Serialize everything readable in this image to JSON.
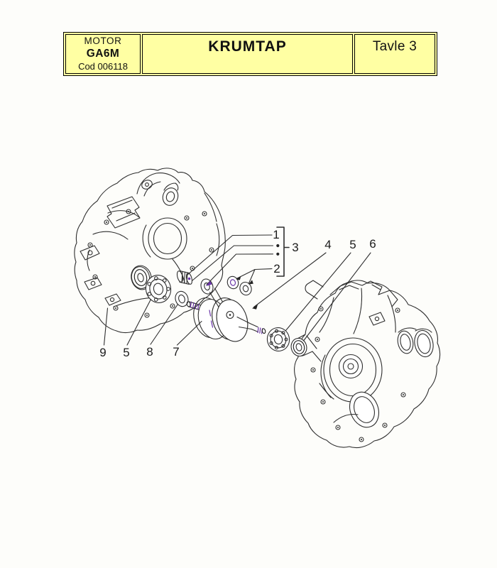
{
  "page": {
    "background_color": "#fdfdfa"
  },
  "header": {
    "box_fill": "#ffffa3",
    "border_color": "#000000",
    "motor_label": "MOTOR",
    "motor_model": "GA6M",
    "motor_code": "Cod 006118",
    "title": "KRUMTAP",
    "plate": "Tavle 3"
  },
  "diagram": {
    "line_color": "#2e2e2e",
    "accent_color": "#6a35a8",
    "callouts": [
      {
        "id": "1",
        "label": "1"
      },
      {
        "id": "3",
        "label": "3"
      },
      {
        "id": "2",
        "label": "2"
      },
      {
        "id": "4",
        "label": "4"
      },
      {
        "id": "5-top",
        "label": "5"
      },
      {
        "id": "6",
        "label": "6"
      },
      {
        "id": "9",
        "label": "9"
      },
      {
        "id": "5-bottom",
        "label": "5"
      },
      {
        "id": "8",
        "label": "8"
      },
      {
        "id": "7",
        "label": "7"
      }
    ]
  }
}
